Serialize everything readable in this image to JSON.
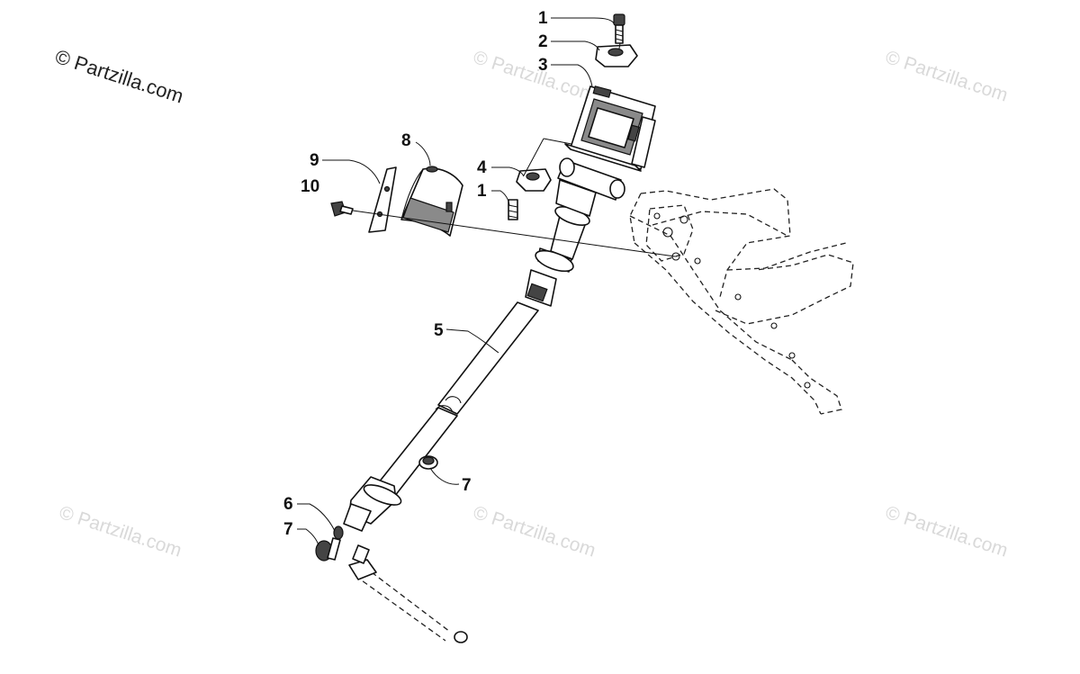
{
  "copyright": "© Partzilla.com",
  "watermark": "© Partzilla.com",
  "callouts": [
    {
      "id": "c1a",
      "text": "1"
    },
    {
      "id": "c2",
      "text": "2"
    },
    {
      "id": "c3",
      "text": "3"
    },
    {
      "id": "c8",
      "text": "8"
    },
    {
      "id": "c9",
      "text": "9"
    },
    {
      "id": "c10",
      "text": "10"
    },
    {
      "id": "c4",
      "text": "4"
    },
    {
      "id": "c1b",
      "text": "1"
    },
    {
      "id": "c5",
      "text": "5"
    },
    {
      "id": "c7a",
      "text": "7"
    },
    {
      "id": "c6",
      "text": "6"
    },
    {
      "id": "c7b",
      "text": "7"
    }
  ]
}
